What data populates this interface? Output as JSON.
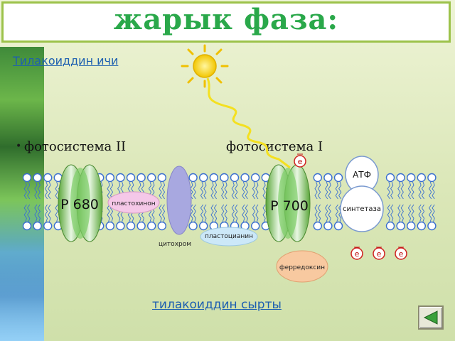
{
  "header": {
    "title": "жарык фаза:"
  },
  "labels": {
    "inside": "Тилакоиддин ичи",
    "outside": "тилакоиддин сырты",
    "ps2": "фотосистема II",
    "ps1": "фотосистема I"
  },
  "proteins": {
    "p680": "P 680",
    "p700": "P 700",
    "plastoquinone": "пластохинон",
    "cytochrome": "цитохром",
    "plastocyanin": "пластоцианин",
    "ferredoxin": "ферредоксин",
    "atp": "АТФ",
    "synthase": "синтетаза"
  },
  "electrons": {
    "e1": "e",
    "e2": "e",
    "e3": "e",
    "e4": "e"
  },
  "colors": {
    "title": "#2aa84a",
    "link": "#1d5fb0",
    "membrane": "#3a6fd0"
  }
}
